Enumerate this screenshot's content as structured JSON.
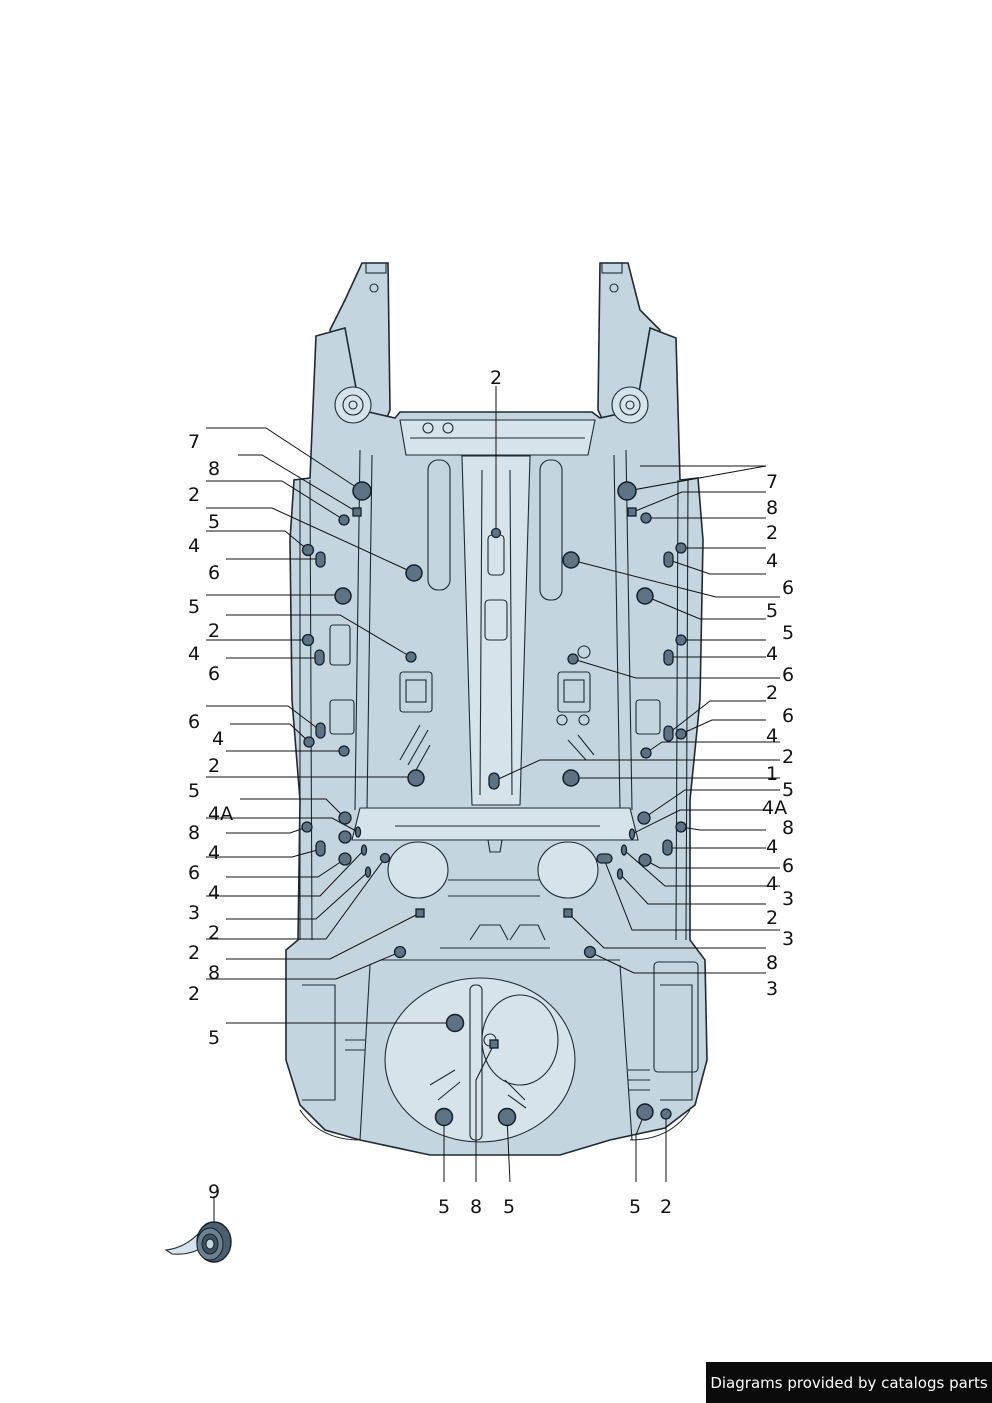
{
  "diagram": {
    "callouts_left": [
      "7",
      "8",
      "2",
      "5",
      "4",
      "6",
      "5",
      "2",
      "4",
      "6",
      "6",
      "4",
      "2",
      "5",
      "4A",
      "8",
      "4",
      "6",
      "4",
      "3",
      "2",
      "2",
      "8",
      "2",
      "5"
    ],
    "callouts_right": [
      "7",
      "8",
      "2",
      "4",
      "6",
      "5",
      "5",
      "4",
      "6",
      "2",
      "6",
      "4",
      "2",
      "1",
      "5",
      "4A",
      "8",
      "4",
      "6",
      "4",
      "3",
      "2",
      "3",
      "8",
      "3"
    ],
    "callout_top": "2",
    "callouts_bottom": [
      "5",
      "8",
      "5",
      "5",
      "2"
    ],
    "tape_label": "9"
  },
  "footer": {
    "credit": "Diagrams provided by catalogs parts"
  }
}
